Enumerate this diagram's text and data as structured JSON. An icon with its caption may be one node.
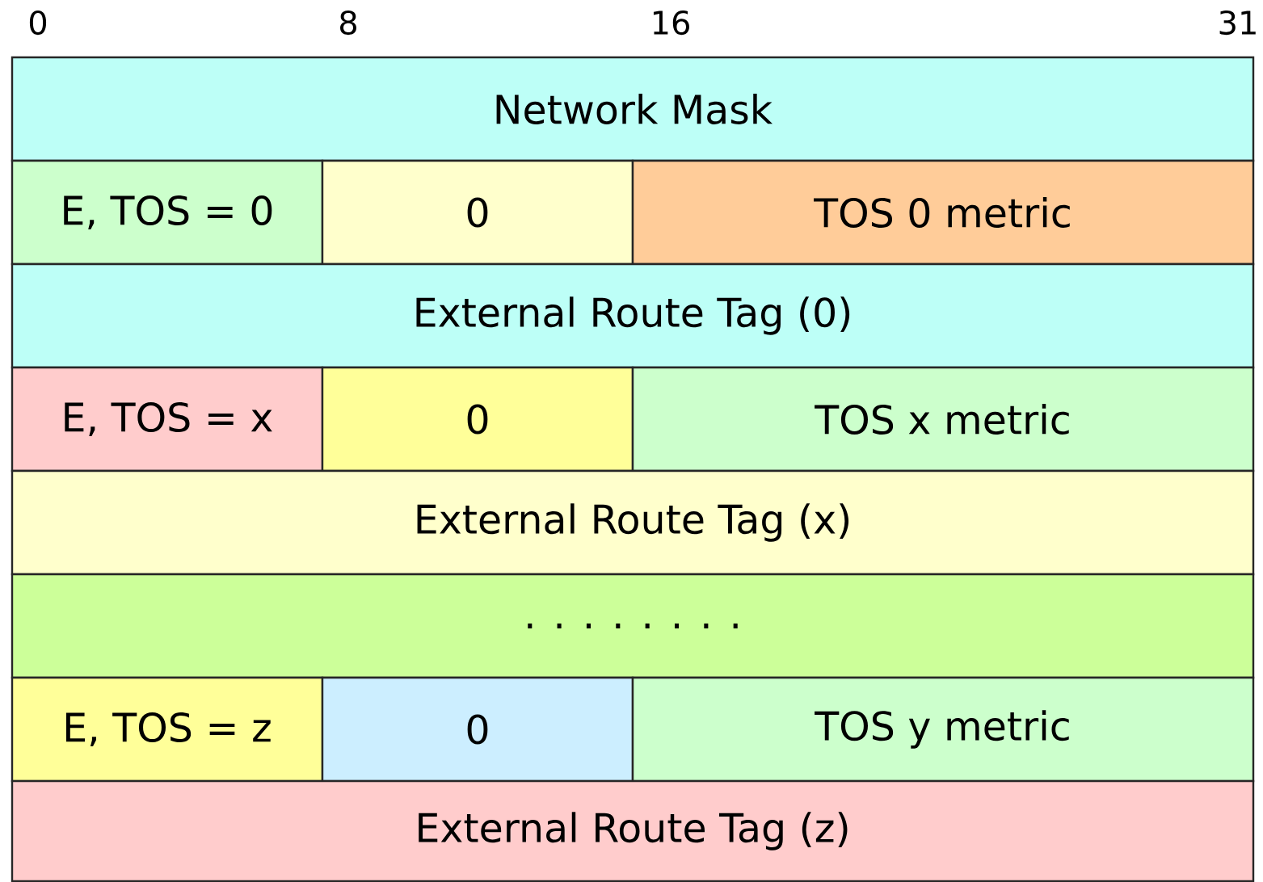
{
  "diagram": {
    "nodes": [
      {
        "text": [
          "Network Mask"
        ]
      },
      {
        "text": [
          "E, TOS = 0"
        ]
      },
      {
        "text": [
          "0"
        ]
      },
      {
        "text": [
          "TOS 0 metric"
        ]
      },
      {
        "text": [
          "External Route Tag (0)"
        ]
      },
      {
        "text": [
          "E, TOS = x"
        ]
      },
      {
        "text": [
          "0"
        ]
      },
      {
        "text": [
          "TOS x metric"
        ]
      },
      {
        "text": [
          "External Route Tag (x)"
        ]
      },
      {
        "text": [
          ". . . . . . . ."
        ]
      },
      {
        "text": [
          "E, TOS = z"
        ]
      },
      {
        "text": [
          "0"
        ]
      },
      {
        "text": [
          "TOS y metric"
        ]
      },
      {
        "text": [
          "External Route Tag (z)"
        ]
      }
    ],
    "labels": [
      "0",
      "8",
      "16",
      "31"
    ]
  }
}
